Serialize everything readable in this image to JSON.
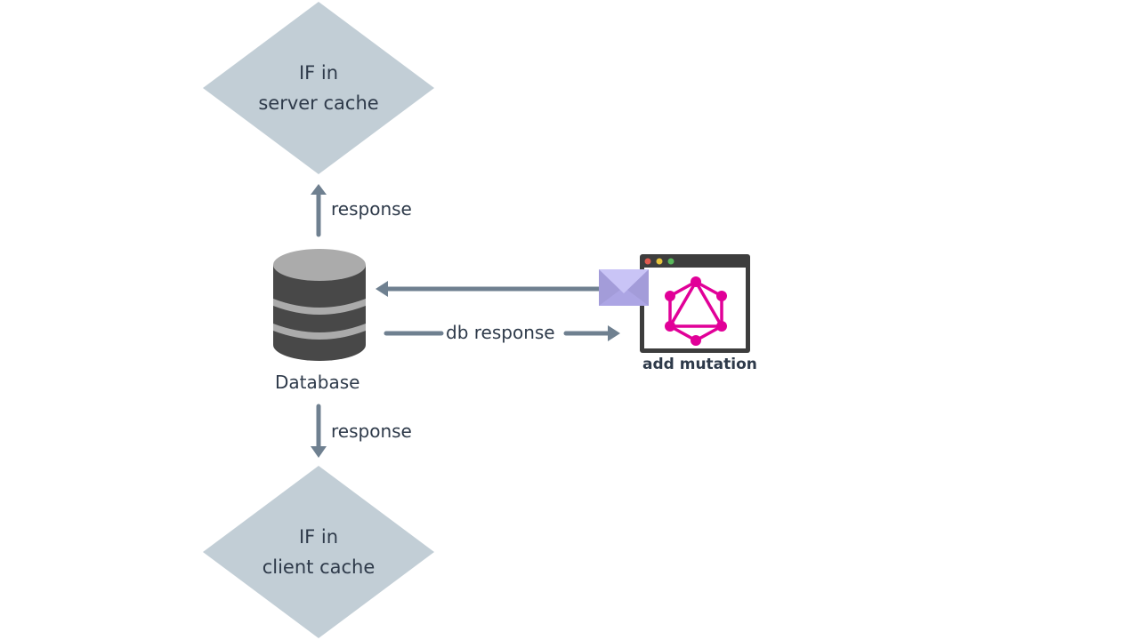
{
  "diagram": {
    "server_decision": {
      "line1": "IF in",
      "line2": "server cache"
    },
    "client_decision": {
      "line1": "IF in",
      "line2": "client cache"
    },
    "database": {
      "label": "Database",
      "icon": "database-icon"
    },
    "response_up": {
      "label": "response"
    },
    "response_down": {
      "label": "response"
    },
    "db_response": {
      "label": "db response"
    },
    "graphql_window": {
      "label": "add mutation",
      "icon": "graphql-icon"
    },
    "envelope": {
      "icon": "envelope-icon"
    }
  },
  "colors": {
    "decision_fill": "#c2ced6",
    "arrow": "#6f8090",
    "database_top": "#ababab",
    "database_body": "#484848",
    "graphql": "#e10098",
    "envelope": "#b9b3ef"
  }
}
